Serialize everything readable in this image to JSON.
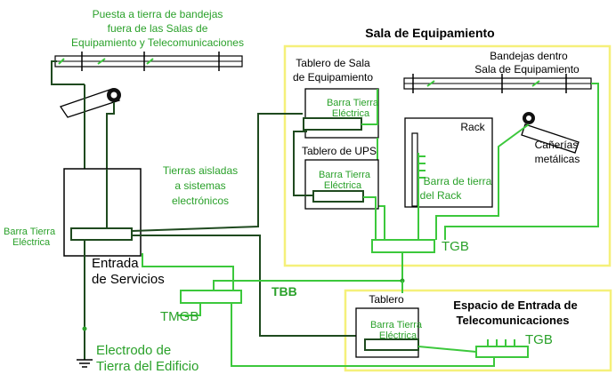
{
  "top_tray": {
    "label_line1": "Puesta a tierra de bandejas",
    "label_line2": "fuera de las Salas de",
    "label_line3": "Equipamiento y Telecomunicaciones"
  },
  "equipment_room": {
    "title": "Sala de Equipamiento",
    "panel_label_line1": "Tablero de Sala",
    "panel_label_line2": "de Equipamiento",
    "panel_bar_line1": "Barra Tierra",
    "panel_bar_line2": "Eléctrica",
    "ups_label": "Tablero de UPS",
    "ups_bar_line1": "Barra Tierra",
    "ups_bar_line2": "Eléctrica",
    "trays_line1": "Bandejas dentro",
    "trays_line2": "Sala de Equipamiento",
    "rack_label": "Rack",
    "rack_bar_line1": "Barra de tierra",
    "rack_bar_line2": "del Rack",
    "conduits_line1": "Cañerías",
    "conduits_line2": "metálicas",
    "tgb": "TGB"
  },
  "isolated": {
    "line1": "Tierras aisladas",
    "line2": "a sistemas",
    "line3": "electrónicos"
  },
  "service_entrance": {
    "bar_line1": "Barra Tierra",
    "bar_line2": "Eléctrica",
    "label_line1": "Entrada",
    "label_line2": "de Servicios"
  },
  "tbb": "TBB",
  "tmgb": "TMGB",
  "electrode": {
    "line1": "Electrodo de",
    "line2": "Tierra del Edificio"
  },
  "telecom_entrance": {
    "title_line1": "Espacio de Entrada de",
    "title_line2": "Telecomunicaciones",
    "panel_label": "Tablero",
    "bar_line1": "Barra Tierra",
    "bar_line2": "Eléctrica",
    "tgb": "TGB"
  },
  "colors": {
    "green": "#3cc83c",
    "dark": "#1f4a1f",
    "yellow": "#f5f07a"
  }
}
